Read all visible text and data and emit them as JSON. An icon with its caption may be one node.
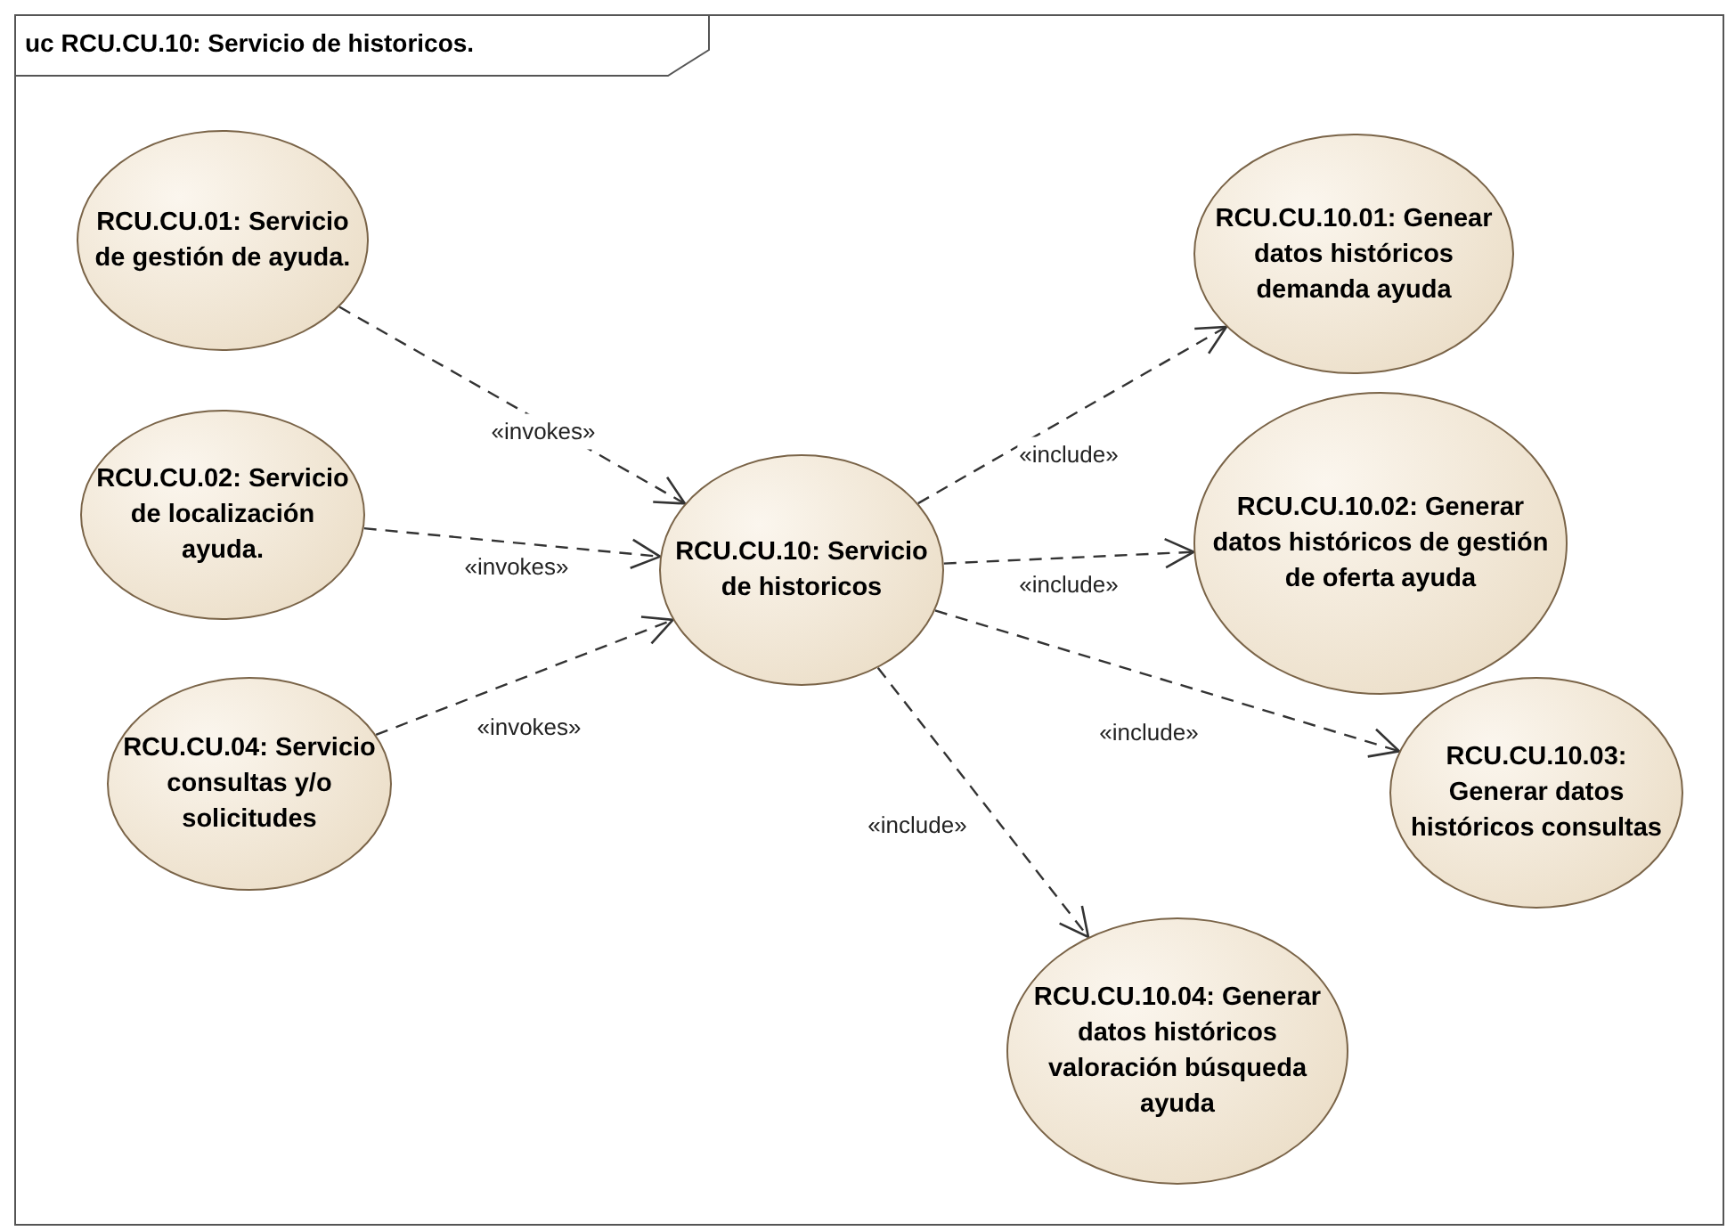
{
  "diagram": {
    "title": "uc RCU.CU.10: Servicio de historicos.",
    "nodes": [
      {
        "text": [
          "RCU.CU.01: Servicio de gestión de ayuda."
        ]
      },
      {
        "text": [
          "RCU.CU.02: Servicio de localización ayuda."
        ]
      },
      {
        "text": [
          "RCU.CU.04: Servicio consultas y/o solicitudes"
        ]
      },
      {
        "text": [
          "RCU.CU.10: Servicio de historicos"
        ]
      },
      {
        "text": [
          "RCU.CU.10.01: Genear datos históricos demanda ayuda"
        ]
      },
      {
        "text": [
          "RCU.CU.10.02: Generar datos históricos de gestión de oferta ayuda"
        ]
      },
      {
        "text": [
          "RCU.CU.10.03: Generar datos históricos consultas"
        ]
      },
      {
        "text": [
          "RCU.CU.10.04: Generar datos históricos valoración búsqueda ayuda"
        ]
      }
    ],
    "edges": [
      {
        "from": 0,
        "to": 3,
        "arrow": "to",
        "label": "«invokes»",
        "style": "dashed"
      },
      {
        "from": 1,
        "to": 3,
        "arrow": "to",
        "label": "«invokes»",
        "style": "dashed"
      },
      {
        "from": 2,
        "to": 3,
        "arrow": "to",
        "label": "«invokes»",
        "style": "dashed"
      },
      {
        "from": 3,
        "to": 4,
        "arrow": "to",
        "label": "«include»",
        "style": "dashed"
      },
      {
        "from": 3,
        "to": 5,
        "arrow": "to",
        "label": "«include»",
        "style": "dashed"
      },
      {
        "from": 3,
        "to": 6,
        "arrow": "to",
        "label": "«include»",
        "style": "dashed"
      },
      {
        "from": 3,
        "to": 7,
        "arrow": "to",
        "label": "«include»",
        "style": "dashed"
      }
    ]
  }
}
